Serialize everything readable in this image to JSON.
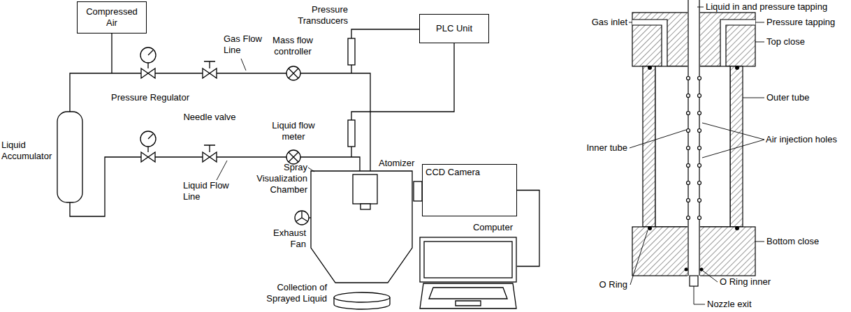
{
  "diagram": {
    "nodes": [
      {
        "text": [
          "Compressed Air"
        ]
      },
      {
        "text": [
          "PLC Unit"
        ]
      },
      {
        "text": [
          "CCD Camera"
        ]
      },
      {
        "text": [
          "Computer"
        ]
      }
    ],
    "edges": [
      {
        "from": 2,
        "to": 3,
        "arrow": "none"
      }
    ],
    "labels": [
      "Gas Flow Line",
      "Pressure Regulator",
      "Needle valve",
      "Mass flow controller",
      "Pressure Transducers",
      "Liquid flow meter",
      "Liquid Accumulator",
      "Liquid Flow Line",
      "Atomizer",
      "Spray Visualization Chamber",
      "Exhaust Fan",
      "Collection of Sprayed Liquid",
      "Liquid in and pressure tapping",
      "Gas inlet",
      "Pressure tapping",
      "Top close",
      "Outer tube",
      "Inner tube",
      "Air injection holes",
      "Bottom close",
      "O Ring",
      "O Ring inner",
      "Nozzle exit"
    ]
  }
}
